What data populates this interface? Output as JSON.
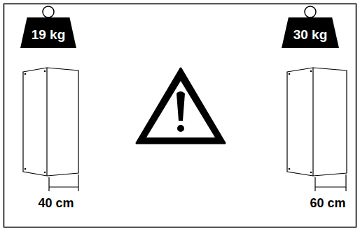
{
  "diagram": {
    "nodes": [
      {
        "text": [
          "19 kg"
        ]
      },
      {
        "text": [
          "30 kg"
        ]
      }
    ],
    "labels": [
      "40 cm",
      "60 cm"
    ]
  }
}
